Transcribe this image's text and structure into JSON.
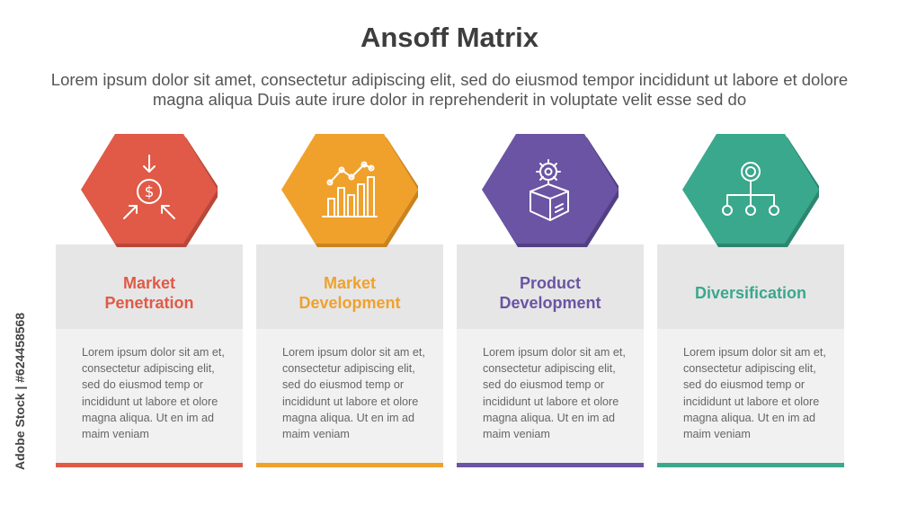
{
  "title": "Ansoff Matrix",
  "subtitle": "Lorem ipsum dolor sit amet, consectetur adipiscing elit, sed do eiusmod tempor incididunt ut labore et dolore magna aliqua Duis aute irure dolor in reprehenderit in voluptate velit esse sed do",
  "watermark": "Adobe Stock | #624458568",
  "items": [
    {
      "heading": "Market\nPenetration",
      "text": "Lorem ipsum dolor sit am et, consectetur adipiscing elit, sed do eiusmod temp or incididunt ut labore et olore magna aliqua. Ut en im ad maim veniam",
      "color": "#e05a47",
      "shade": "#b9473a",
      "icon": "coin-arrows-icon"
    },
    {
      "heading": "Market\nDevelopment",
      "text": "Lorem ipsum dolor sit am et, consectetur adipiscing elit, sed do eiusmod temp or incididunt ut labore et olore magna aliqua. Ut en im ad maim veniam",
      "color": "#f0a12c",
      "shade": "#c98420",
      "icon": "bar-chart-growth-icon"
    },
    {
      "heading": "Product\nDevelopment",
      "text": "Lorem ipsum dolor sit am et, consectetur adipiscing elit, sed do eiusmod temp or incididunt ut labore et olore magna aliqua. Ut en im ad maim veniam",
      "color": "#6a54a3",
      "shade": "#534083",
      "icon": "gear-box-icon"
    },
    {
      "heading": "Diversification",
      "text": "Lorem ipsum dolor sit am et, consectetur adipiscing elit, sed do eiusmod temp or incididunt ut labore et olore magna aliqua. Ut en im ad maim veniam",
      "color": "#3aa88c",
      "shade": "#2c8770",
      "icon": "hierarchy-network-icon"
    }
  ]
}
